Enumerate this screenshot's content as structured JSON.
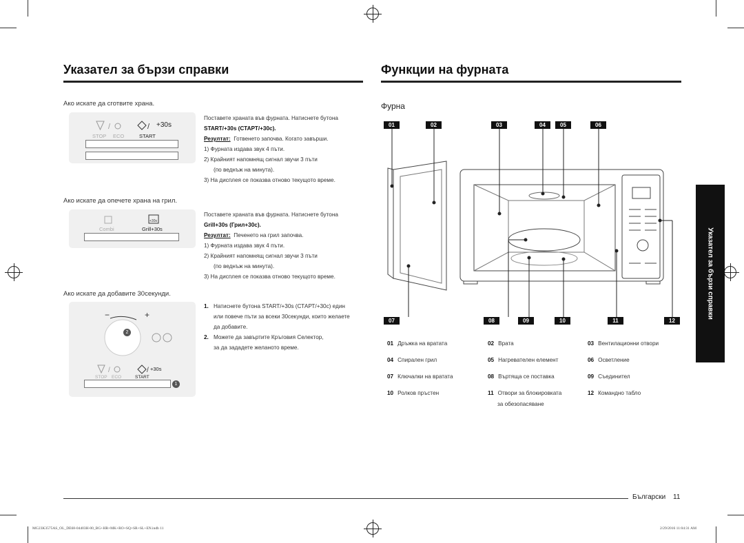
{
  "left": {
    "title": "Указател за бързи справки",
    "sec1": {
      "heading": "Ако искате да сготвите храна.",
      "lines": [
        "Поставете храната във фурната. Натиснете бутона",
        "START/+30s (СТАРТ/+30с)."
      ],
      "result_label": "Резултат:",
      "result_text": "Готвенето започва. Когато завърши.",
      "items": [
        "1)  Фурната издава звук 4 пъти.",
        "2)  Крайният напомнящ сигнал звучи 3 пъти",
        "(по веднъж на минута).",
        "3)  На дисплея се показва отново текущото време."
      ],
      "panel": {
        "stop": "STOP",
        "eco": "ECO",
        "start": "START",
        "plus30": "+30s"
      }
    },
    "sec2": {
      "heading": "Ако искате да опечете храна на грил.",
      "lines": [
        "Поставете храната във фурната. Натиснете бутона",
        "Grill+30s (Грил+30с)."
      ],
      "result_label": "Резултат:",
      "result_text": "Печенето на грил започва.",
      "items": [
        "1)  Фурната издава звук 4 пъти.",
        "2)  Крайният напомнящ сигнал звучи 3 пъти",
        "(по веднъж на минута).",
        "3)  На дисплея се показва отново текущото време."
      ],
      "panel": {
        "combi": "Combi",
        "grill": "Grill+30s",
        "small": "+30s"
      }
    },
    "sec3": {
      "heading": "Ако искате да добавите 30секунди.",
      "step1_num": "1.",
      "step1": [
        "Натиснете бутона START/+30s (СТАРТ/+30с) един",
        "или повече пъти за всеки 30секунди, които желаете",
        "да добавите."
      ],
      "step2_num": "2.",
      "step2": [
        "Можете да завъртите Кръговия Селектор,",
        "за да зададете желаното време."
      ],
      "panel": {
        "minus": "−",
        "plus": "+",
        "dial_num": "2",
        "btn_num": "1",
        "stop": "STOP",
        "eco": "ECO",
        "start": "START",
        "plus30": "+30s"
      }
    }
  },
  "right": {
    "title": "Функции на фурната",
    "subtitle": "Фурна",
    "top_badges": [
      "01",
      "02",
      "03",
      "04",
      "05",
      "06"
    ],
    "bottom_badges": [
      "07",
      "08",
      "09",
      "10",
      "11",
      "12"
    ],
    "parts": [
      {
        "num": "01",
        "label": "Дръжка на вратата"
      },
      {
        "num": "02",
        "label": "Врата"
      },
      {
        "num": "03",
        "label": "Вентилационни отвори"
      },
      {
        "num": "04",
        "label": "Спирален грил"
      },
      {
        "num": "05",
        "label": "Нагревателен елемент"
      },
      {
        "num": "06",
        "label": "Осветление"
      },
      {
        "num": "07",
        "label": "Ключалки на вратата"
      },
      {
        "num": "08",
        "label": "Въртяща се поставка"
      },
      {
        "num": "09",
        "label": "Съединител"
      },
      {
        "num": "10",
        "label": "Ролков пръстен"
      },
      {
        "num": "11",
        "label": "Отвори за блокировката"
      },
      {
        "num": "12",
        "label": "Командно табло"
      }
    ],
    "part11_cont": "за обезопасяване"
  },
  "side_tab": "Указател за бързи справки",
  "page_footer": {
    "lang": "Български",
    "page": "11"
  },
  "print_footer": {
    "file": "MG23K3575AS_OL_DE68-04403H-00_BG+HR+MK+RO+SQ+SR+SL+EN.indb   11",
    "date": "2/29/2016   11:04:31 AM"
  }
}
